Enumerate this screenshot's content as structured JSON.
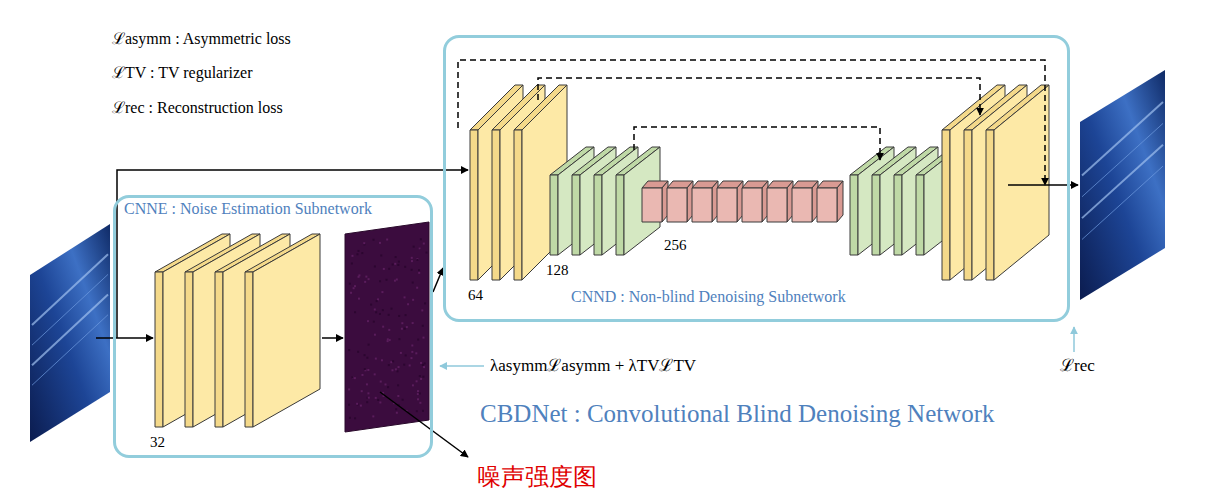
{
  "diagram": {
    "caption": "CBDNet : Convolutional Blind Denoising Network",
    "nodes": [
      {
        "text": [
          "CNNE : Noise Estimation Subnetwork"
        ]
      },
      {
        "text": [
          "CNND : Non-blind Denoising Subnetwork"
        ]
      }
    ],
    "edges": [
      {
        "from": 0,
        "to": 1,
        "arrow": "to"
      }
    ],
    "labels": [
      "ℒasymm : Asymmetric loss",
      "ℒTV : TV regularizer",
      "ℒrec : Reconstruction loss",
      "32",
      "64",
      "128",
      "256",
      "λasymmℒasymm + λTVℒTV",
      "ℒrec",
      "噪声强度图"
    ]
  }
}
